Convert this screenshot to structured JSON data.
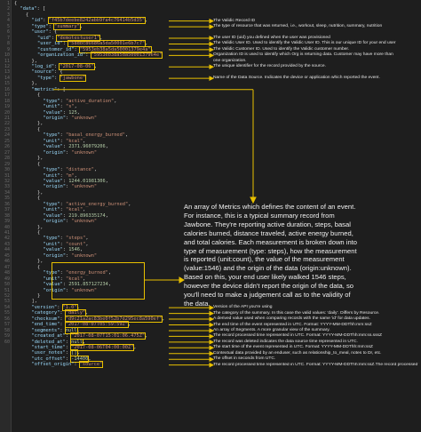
{
  "line_numbers": [
    "1",
    "2",
    "3",
    "4",
    "5",
    "6",
    "7",
    "8",
    "9",
    "10",
    "11",
    "12",
    "13",
    "14",
    "15",
    "16",
    "17",
    "18",
    "19",
    "20",
    "21",
    "22",
    "23",
    "24",
    "25",
    "26",
    "27",
    "28",
    "29",
    "30",
    "31",
    "32",
    "33",
    "34",
    "35",
    "36",
    "37",
    "38",
    "39",
    "40",
    "41",
    "42",
    "43",
    "44",
    "45",
    "46",
    "47",
    "48",
    "49",
    "50",
    "51",
    "52",
    "53",
    "54",
    "55",
    "56",
    "57",
    "58",
    "59",
    "60"
  ],
  "code": {
    "open_brace": "{",
    "data_key": "\"data\"",
    "data_open": ": [",
    "obj_open": "{",
    "id": {
      "key": "\"id\"",
      "value": "\"f45b7deebe8242abb9fa4c76414b5d35\""
    },
    "type": {
      "key": "\"type\"",
      "value": "\"summary\""
    },
    "user_key": "\"user\"",
    "uid": {
      "key": "\"uid\"",
      "value": "\"demotestuser1\""
    },
    "user_id": {
      "key": "\"user_id\"",
      "value": "\"58dbc86686a5da50001e6b7c7\""
    },
    "customer_id": {
      "key": "\"customer_id\"",
      "value": "\"5953eb38a5da50001379e4a\""
    },
    "organization_id": {
      "key": "\"organization_id\"",
      "value": "\"5953eb38a5da50001379e4e\""
    },
    "log_id": {
      "key": "\"log_id\"",
      "value": "\"2017-08-06\""
    },
    "source_key": "\"source\"",
    "source_type": {
      "key": "\"type\"",
      "value": "\"jawbone\""
    },
    "metrics_key": "\"metrics\"",
    "metrics": [
      {
        "type": "\"active_duration\"",
        "unit": "\"s\"",
        "value": "125",
        "origin": "\"unknown\""
      },
      {
        "type": "\"basal_energy_burned\"",
        "unit": "\"kcal\"",
        "value": "2371.96079206",
        "origin": "\"unknown\""
      },
      {
        "type": "\"distance\"",
        "unit": "\"m\"",
        "value": "1244.01981306",
        "origin": "\"unknown\""
      },
      {
        "type": "\"active_energy_burned\"",
        "unit": "\"kcal\"",
        "value": "219.896335174",
        "origin": "\"unknown\""
      },
      {
        "type": "\"steps\"",
        "unit": "\"count\"",
        "value": "1546",
        "origin": "\"unknown\""
      },
      {
        "type": "\"energy_burned\"",
        "unit": "\"kcal\"",
        "value": "2591.857127234",
        "origin": "\"unknown\""
      }
    ],
    "labels": {
      "type": "\"type\"",
      "unit": "\"unit\"",
      "value": "\"value\"",
      "origin": "\"origin\""
    },
    "version": {
      "key": "\"version\"",
      "value": "\"1.0\""
    },
    "category": {
      "key": "\"category\"",
      "value": "\"daily\""
    },
    "checksum": {
      "key": "\"checksum\"",
      "value": "\"d9c21a2ac83be0f52b7d295ec8a590ef\""
    },
    "end_time": {
      "key": "\"end_time\"",
      "value": "\"2017-08-07T05:59:59Z\""
    },
    "segments": {
      "key": "\"segments\"",
      "value": "null"
    },
    "created_at": {
      "key": "\"created_at\"",
      "value": "\"2017-08-07T15:01:06.475Z\""
    },
    "deleted_at": {
      "key": "\"deleted_at\"",
      "value": "null"
    },
    "start_time": {
      "key": "\"start_time\"",
      "value": "\"2017-08-06T04:00:00Z\""
    },
    "user_notes": {
      "key": "\"user_notes\"",
      "value": "[]"
    },
    "utc_offset": {
      "key": "\"utc_offset\"",
      "value": "-14400"
    },
    "offset_origin": {
      "key": "\"offset_origin\"",
      "value": "\"source\""
    }
  },
  "annotations": {
    "id": "The Validic Record ID",
    "type": "The type of resource that was returned, i.e., workout, sleep, nutrition, summary, nutrition",
    "uid": "The user ID (uid) you defined when the user was provisioned",
    "user_id": "The Validic User ID. Used to identify the Validic User ID. This is our unique ID for your end user",
    "customer_id": "The Validic Customer ID. Used to identify the Validic customer number.",
    "organization_id_1": "Organization ID is used to identify which Org is returning data. Customer may have more than",
    "organization_id_2": "one organization.",
    "log_id": "The unique identifier for the record provided by the source.",
    "source": "Name of the Data Source. Indicates the device or application which reported the event.",
    "metrics": "An array of Metrics which defines the content of an event. For instance, this is a typical summary record from Jawbone. They're reporting active duration, steps, basal calories burned, distance traveled, active energy burned, and total calories. Each measurement is broken down into type of measurement (type: steps), how the measurement is reported (unit:count), the value of the measurement (value:1546) and the origin of the data (origin:unknown). Based on this, your end user likely walked 1546 steps, however the device didn't report the origin of the data, so you'll need to make a judgement call as to the validity of the data.",
    "version": "Version of the API you're using",
    "category": "The category of the summary. In this case the valid values: 'daily'. Differs by Resource.",
    "checksum": "A derived value used when comparing records with the same 'id' for data updates.",
    "end_time": "The end time of the event represented in UTC. Format: YYYY-MM-DDThh:mm:ssZ",
    "segments": "An array of Segments. A more granular view of the summary.",
    "created_at": "The record processed time represented in UTC. Format: YYYY-MM-DDThh:mm:ss.sssZ",
    "deleted_at": "The record was deleted indicates the data source time represented in UTC.",
    "start_time": "The start time of the event represented in UTC. Format: YYYY-MM-DDThh:mm:ssZ",
    "user_notes": "Contextual data provided by an enduser, such as relationship_to_meal, notes to Dr, etc.",
    "utc_offset": "The offset in seconds from UTC.",
    "offset_origin": "The record processed time represented in UTC. Format: YYYY-MM-DDThh:mm:ssZ.The record processed time represented in UTC. Format: YYYY-MM-DDThh:mm:ssZ"
  },
  "colors": {
    "background": "#1e1e1e",
    "key": "#9cdcfe",
    "string": "#ce9178",
    "number": "#b5cea8",
    "highlight": "#e8c000"
  }
}
